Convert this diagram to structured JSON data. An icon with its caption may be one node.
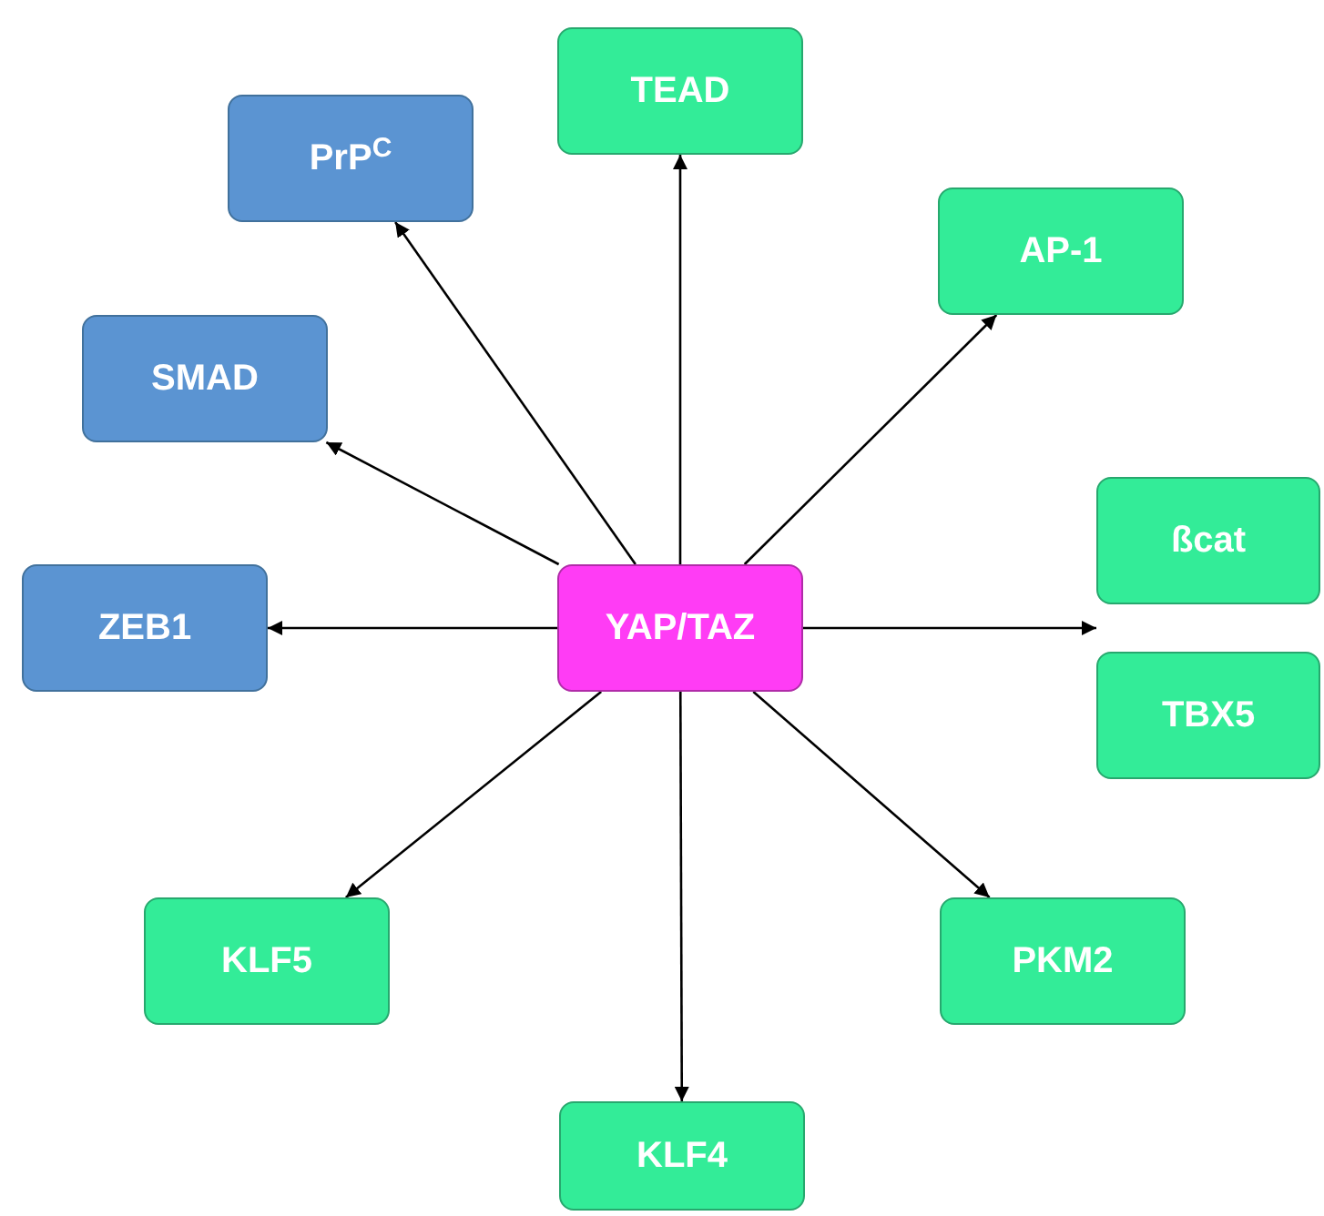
{
  "diagram": {
    "nodes": [
      {
        "text": [
          "YAP/TAZ"
        ]
      },
      {
        "text": [
          "PrP$^{C}$"
        ]
      },
      {
        "text": [
          "TEAD"
        ]
      },
      {
        "text": [
          "AP-1"
        ]
      },
      {
        "text": [
          "SMAD"
        ]
      },
      {
        "text": [
          "ZEB1"
        ]
      },
      {
        "text": [
          "ßcat"
        ]
      },
      {
        "text": [
          "TBX5"
        ]
      },
      {
        "text": [
          "KLF5"
        ]
      },
      {
        "text": [
          "PKM2"
        ]
      },
      {
        "text": [
          "KLF4"
        ]
      }
    ],
    "edges": [
      {
        "from": 0,
        "to": 1,
        "arrow": "to"
      },
      {
        "from": 0,
        "to": 2,
        "arrow": "to"
      },
      {
        "from": 0,
        "to": 3,
        "arrow": "to"
      },
      {
        "from": 0,
        "to": 4,
        "arrow": "to"
      },
      {
        "from": 0,
        "to": 5,
        "arrow": "to"
      },
      {
        "from": 0,
        "to": 6,
        "arrow": "to"
      },
      {
        "from": 0,
        "to": 7,
        "arrow": "to"
      },
      {
        "from": 0,
        "to": 8,
        "arrow": "to"
      },
      {
        "from": 0,
        "to": 9,
        "arrow": "to"
      },
      {
        "from": 0,
        "to": 10,
        "arrow": "to"
      }
    ]
  }
}
